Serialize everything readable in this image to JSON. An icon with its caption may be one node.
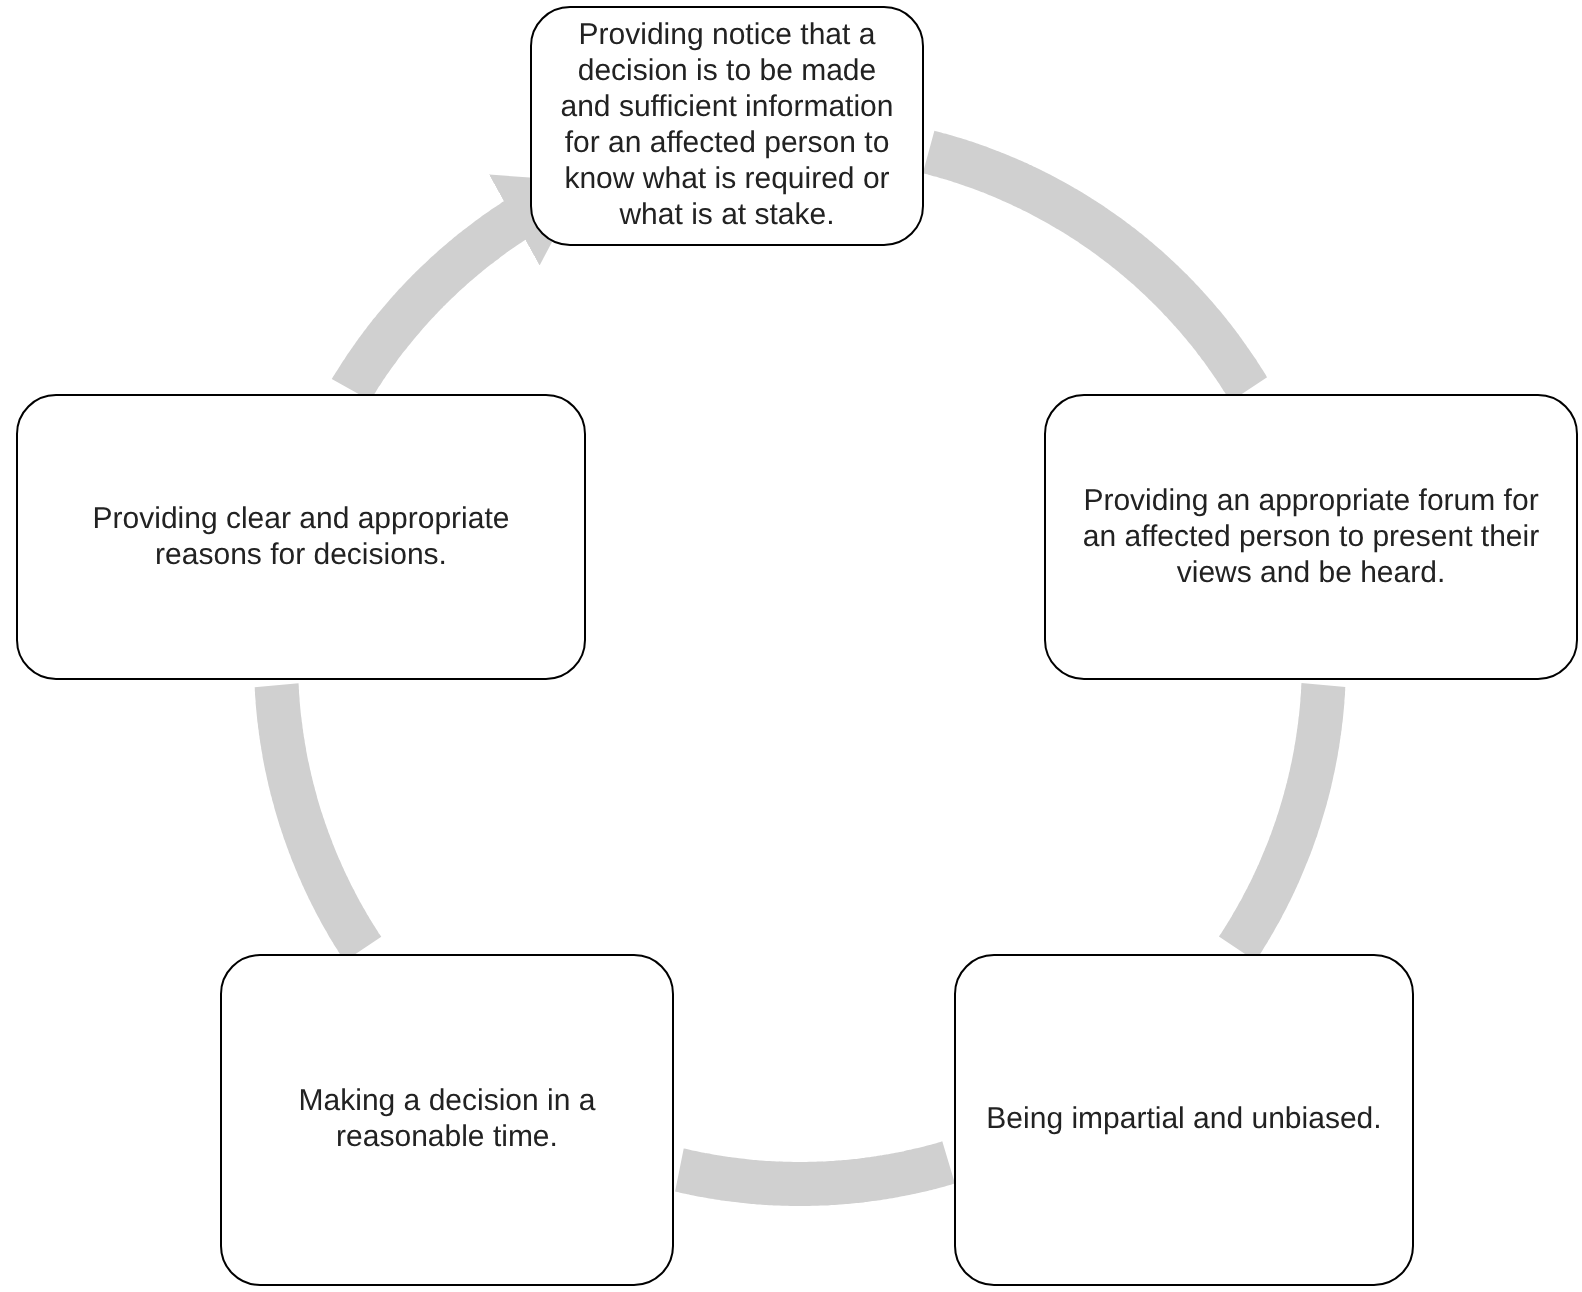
{
  "diagram": {
    "nodes": [
      {
        "text": [
          "Providing notice that a decision is to be made and sufficient information for an affected person to know what is required or what is at stake."
        ]
      },
      {
        "text": [
          "Providing an appropriate forum for an affected person to present their views and be heard."
        ]
      },
      {
        "text": [
          "Being impartial and unbiased."
        ]
      },
      {
        "text": [
          "Making a decision in a reasonable time."
        ]
      },
      {
        "text": [
          "Providing clear and appropriate reasons for decisions."
        ]
      }
    ],
    "edges": [
      {
        "from": 0,
        "to": 1,
        "arrow": "none"
      },
      {
        "from": 1,
        "to": 2,
        "arrow": "none"
      },
      {
        "from": 2,
        "to": 3,
        "arrow": "none"
      },
      {
        "from": 3,
        "to": 4,
        "arrow": "none"
      },
      {
        "from": 4,
        "to": 0,
        "arrow": "to"
      }
    ]
  }
}
